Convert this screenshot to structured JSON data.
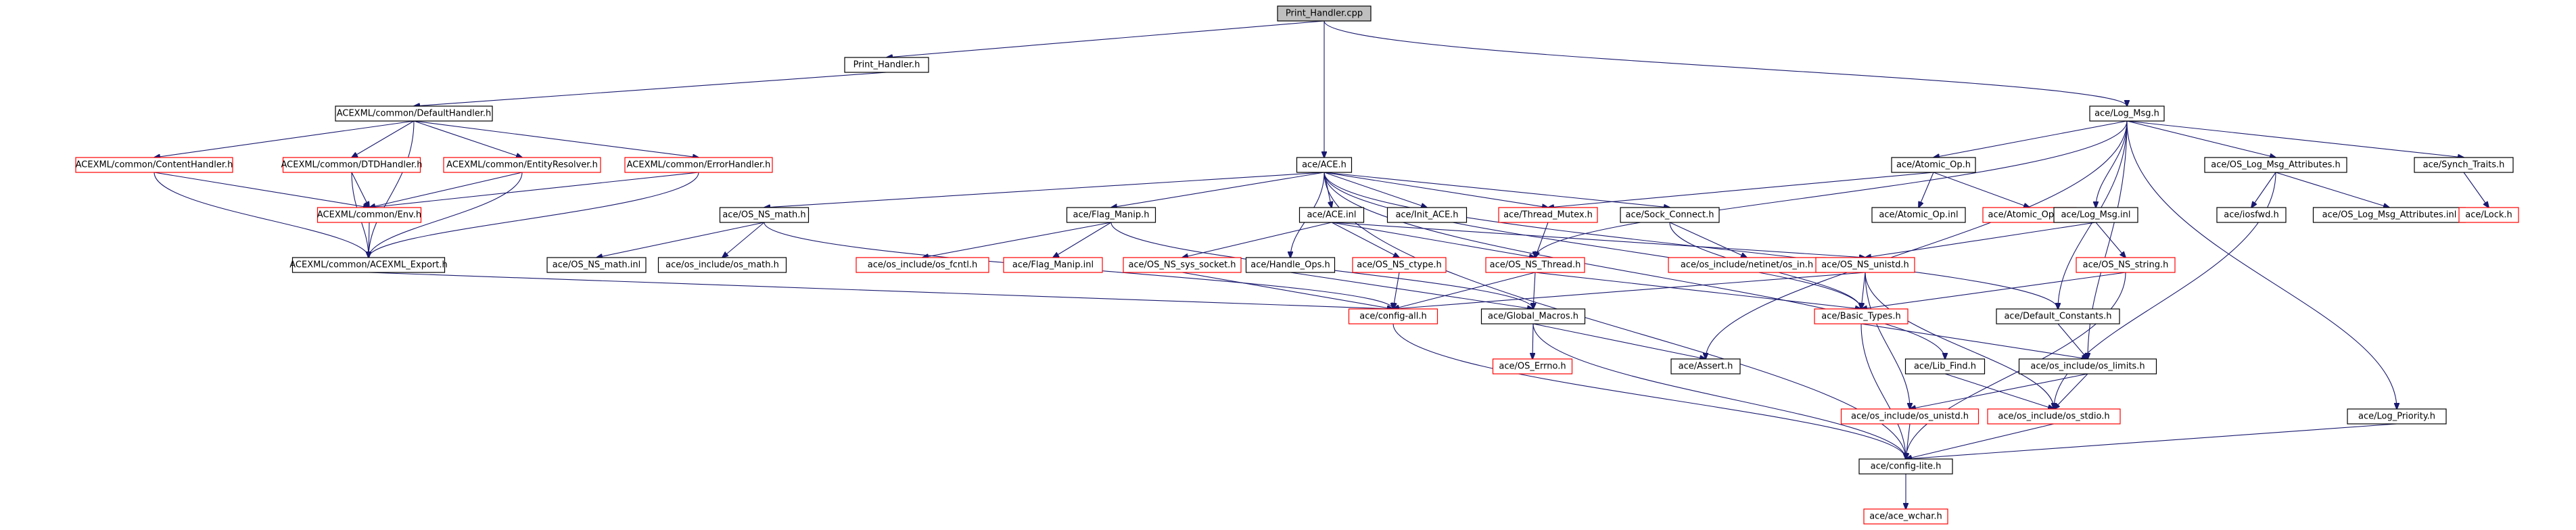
{
  "graph": {
    "title": "Print_Handler.cpp",
    "colors": {
      "edge": "#191970",
      "missing_border": "#ff0000",
      "normal_border": "#000000",
      "root_fill": "#bfbfbf"
    },
    "nodes": [
      {
        "id": "root",
        "label": "Print_Handler.cpp",
        "kind": "root"
      },
      {
        "id": "printh",
        "label": "Print_Handler.h",
        "kind": "normal"
      },
      {
        "id": "logmsg",
        "label": "ace/Log_Msg.h",
        "kind": "normal"
      },
      {
        "id": "defhandler",
        "label": "ACEXML/common/DefaultHandler.h",
        "kind": "normal"
      },
      {
        "id": "ace",
        "label": "ace/ACE.h",
        "kind": "normal"
      },
      {
        "id": "contenth",
        "label": "ACEXML/common/ContentHandler.h",
        "kind": "missing"
      },
      {
        "id": "dtdh",
        "label": "ACEXML/common/DTDHandler.h",
        "kind": "missing"
      },
      {
        "id": "entityr",
        "label": "ACEXML/common/EntityResolver.h",
        "kind": "missing"
      },
      {
        "id": "errorh",
        "label": "ACEXML/common/ErrorHandler.h",
        "kind": "missing"
      },
      {
        "id": "envh",
        "label": "ACEXML/common/Env.h",
        "kind": "missing"
      },
      {
        "id": "export",
        "label": "ACEXML/common/ACEXML_Export.h",
        "kind": "normal"
      },
      {
        "id": "osnsmath",
        "label": "ace/OS_NS_math.h",
        "kind": "normal"
      },
      {
        "id": "osnsmathinl",
        "label": "ace/OS_NS_math.inl",
        "kind": "normal"
      },
      {
        "id": "osmath",
        "label": "ace/os_include/os_math.h",
        "kind": "normal"
      },
      {
        "id": "flagmanip",
        "label": "ace/Flag_Manip.h",
        "kind": "normal"
      },
      {
        "id": "osfcntl",
        "label": "ace/os_include/os_fcntl.h",
        "kind": "missing"
      },
      {
        "id": "flagmanipinl",
        "label": "ace/Flag_Manip.inl",
        "kind": "missing"
      },
      {
        "id": "aceinl",
        "label": "ace/ACE.inl",
        "kind": "normal"
      },
      {
        "id": "osnssocket",
        "label": "ace/OS_NS_sys_socket.h",
        "kind": "missing"
      },
      {
        "id": "handleops",
        "label": "ace/Handle_Ops.h",
        "kind": "normal"
      },
      {
        "id": "osnsctype",
        "label": "ace/OS_NS_ctype.h",
        "kind": "missing"
      },
      {
        "id": "initace",
        "label": "ace/Init_ACE.h",
        "kind": "normal"
      },
      {
        "id": "threadmutex",
        "label": "ace/Thread_Mutex.h",
        "kind": "missing"
      },
      {
        "id": "osnsthread",
        "label": "ace/OS_NS_Thread.h",
        "kind": "missing"
      },
      {
        "id": "sockconnect",
        "label": "ace/Sock_Connect.h",
        "kind": "normal"
      },
      {
        "id": "netinetin",
        "label": "ace/os_include/netinet/os_in.h",
        "kind": "missing"
      },
      {
        "id": "configall",
        "label": "ace/config-all.h",
        "kind": "missing"
      },
      {
        "id": "globalmacros",
        "label": "ace/Global_Macros.h",
        "kind": "normal"
      },
      {
        "id": "oserrno",
        "label": "ace/OS_Errno.h",
        "kind": "missing"
      },
      {
        "id": "assert",
        "label": "ace/Assert.h",
        "kind": "normal"
      },
      {
        "id": "atomicop",
        "label": "ace/Atomic_Op.h",
        "kind": "normal"
      },
      {
        "id": "atomicopinl",
        "label": "ace/Atomic_Op.inl",
        "kind": "normal"
      },
      {
        "id": "atomicopt",
        "label": "ace/Atomic_Op_T.h",
        "kind": "missing"
      },
      {
        "id": "logmsginl",
        "label": "ace/Log_Msg.inl",
        "kind": "normal"
      },
      {
        "id": "osnsunistd",
        "label": "ace/OS_NS_unistd.h",
        "kind": "missing"
      },
      {
        "id": "osnsstring",
        "label": "ace/OS_NS_string.h",
        "kind": "missing"
      },
      {
        "id": "basictypes",
        "label": "ace/Basic_Types.h",
        "kind": "missing"
      },
      {
        "id": "defconst",
        "label": "ace/Default_Constants.h",
        "kind": "normal"
      },
      {
        "id": "libfind",
        "label": "ace/Lib_Find.h",
        "kind": "normal"
      },
      {
        "id": "oslimits",
        "label": "ace/os_include/os_limits.h",
        "kind": "normal"
      },
      {
        "id": "osunistd",
        "label": "ace/os_include/os_unistd.h",
        "kind": "missing"
      },
      {
        "id": "osstdio",
        "label": "ace/os_include/os_stdio.h",
        "kind": "missing"
      },
      {
        "id": "configlite",
        "label": "ace/config-lite.h",
        "kind": "normal"
      },
      {
        "id": "acewchar",
        "label": "ace/ace_wchar.h",
        "kind": "missing"
      },
      {
        "id": "oslogattr",
        "label": "ace/OS_Log_Msg_Attributes.h",
        "kind": "normal"
      },
      {
        "id": "iosfwd",
        "label": "ace/iosfwd.h",
        "kind": "normal"
      },
      {
        "id": "oslogattrinl",
        "label": "ace/OS_Log_Msg_Attributes.inl",
        "kind": "normal"
      },
      {
        "id": "synchtraits",
        "label": "ace/Synch_Traits.h",
        "kind": "normal"
      },
      {
        "id": "lockh",
        "label": "ace/Lock.h",
        "kind": "missing"
      },
      {
        "id": "logpriority",
        "label": "ace/Log_Priority.h",
        "kind": "normal"
      }
    ],
    "edges": [
      [
        "root",
        "printh"
      ],
      [
        "root",
        "ace"
      ],
      [
        "root",
        "logmsg"
      ],
      [
        "printh",
        "defhandler"
      ],
      [
        "defhandler",
        "contenth"
      ],
      [
        "defhandler",
        "dtdh"
      ],
      [
        "defhandler",
        "entityr"
      ],
      [
        "defhandler",
        "errorh"
      ],
      [
        "defhandler",
        "export"
      ],
      [
        "contenth",
        "envh"
      ],
      [
        "contenth",
        "export"
      ],
      [
        "dtdh",
        "envh"
      ],
      [
        "dtdh",
        "export"
      ],
      [
        "entityr",
        "envh"
      ],
      [
        "entityr",
        "export"
      ],
      [
        "errorh",
        "envh"
      ],
      [
        "errorh",
        "export"
      ],
      [
        "envh",
        "export"
      ],
      [
        "export",
        "configall"
      ],
      [
        "ace",
        "osnsmath"
      ],
      [
        "ace",
        "flagmanip"
      ],
      [
        "ace",
        "aceinl"
      ],
      [
        "ace",
        "initace"
      ],
      [
        "ace",
        "threadmutex"
      ],
      [
        "ace",
        "sockconnect"
      ],
      [
        "ace",
        "configlite"
      ],
      [
        "ace",
        "handleops"
      ],
      [
        "ace",
        "libfind"
      ],
      [
        "ace",
        "defconst"
      ],
      [
        "ace",
        "basictypes"
      ],
      [
        "osnsmath",
        "osnsmathinl"
      ],
      [
        "osnsmath",
        "osmath"
      ],
      [
        "osnsmath",
        "configall"
      ],
      [
        "flagmanip",
        "osfcntl"
      ],
      [
        "flagmanip",
        "flagmanipinl"
      ],
      [
        "flagmanip",
        "globalmacros"
      ],
      [
        "aceinl",
        "osnssocket"
      ],
      [
        "aceinl",
        "osnsctype"
      ],
      [
        "aceinl",
        "osnsthread"
      ],
      [
        "aceinl",
        "osnsunistd"
      ],
      [
        "osnssocket",
        "configall"
      ],
      [
        "osnsctype",
        "configall"
      ],
      [
        "handleops",
        "globalmacros"
      ],
      [
        "threadmutex",
        "osnsthread"
      ],
      [
        "sockconnect",
        "netinetin"
      ],
      [
        "sockconnect",
        "basictypes"
      ],
      [
        "osnsthread",
        "configall"
      ],
      [
        "osnsthread",
        "globalmacros"
      ],
      [
        "osnsthread",
        "basictypes"
      ],
      [
        "globalmacros",
        "oserrno"
      ],
      [
        "globalmacros",
        "assert"
      ],
      [
        "globalmacros",
        "configlite"
      ],
      [
        "configall",
        "configlite"
      ],
      [
        "logmsg",
        "atomicop"
      ],
      [
        "logmsg",
        "logmsginl"
      ],
      [
        "logmsg",
        "oslogattr"
      ],
      [
        "logmsg",
        "synchtraits"
      ],
      [
        "logmsg",
        "logpriority"
      ],
      [
        "logmsg",
        "defconst"
      ],
      [
        "logmsg",
        "oslimits"
      ],
      [
        "logmsg",
        "assert"
      ],
      [
        "logmsg",
        "osnsthread"
      ],
      [
        "atomicop",
        "threadmutex"
      ],
      [
        "atomicop",
        "atomicopinl"
      ],
      [
        "atomicop",
        "atomicopt"
      ],
      [
        "logmsginl",
        "osnsunistd"
      ],
      [
        "logmsginl",
        "osnsstring"
      ],
      [
        "osnsunistd",
        "configall"
      ],
      [
        "osnsunistd",
        "basictypes"
      ],
      [
        "osnsunistd",
        "osunistd"
      ],
      [
        "osnsunistd",
        "osstdio"
      ],
      [
        "osnsstring",
        "basictypes"
      ],
      [
        "osnsstring",
        "configlite"
      ],
      [
        "basictypes",
        "oslimits"
      ],
      [
        "basictypes",
        "configlite"
      ],
      [
        "defconst",
        "oslimits"
      ],
      [
        "libfind",
        "osstdio"
      ],
      [
        "oslimits",
        "osunistd"
      ],
      [
        "oslimits",
        "osstdio"
      ],
      [
        "osunistd",
        "configlite"
      ],
      [
        "osstdio",
        "configlite"
      ],
      [
        "configlite",
        "acewchar"
      ],
      [
        "oslogattr",
        "iosfwd"
      ],
      [
        "oslogattr",
        "oslogattrinl"
      ],
      [
        "oslogattr",
        "osstdio"
      ],
      [
        "synchtraits",
        "lockh"
      ],
      [
        "logpriority",
        "configlite"
      ]
    ]
  }
}
